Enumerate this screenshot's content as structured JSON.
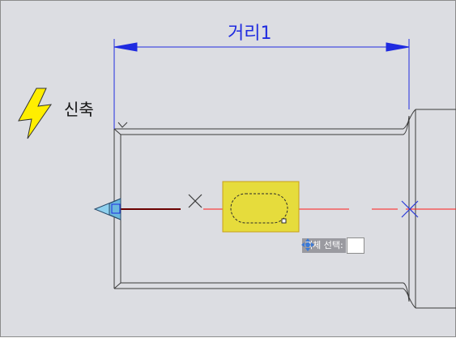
{
  "dimension": {
    "label": "거리1"
  },
  "command": {
    "label": "신축",
    "icon": "lightning-bolt-icon"
  },
  "prompt": {
    "label": "객체 선택:",
    "icon": "move-cursor-icon",
    "value": ""
  },
  "colors": {
    "background": "#dcdde2",
    "geometry": "#3a3a3a",
    "dimension": "#1f2be0",
    "centerline": "#ff1a1a",
    "highlight_fill": "#e6dc3c",
    "highlight_border": "#c8a018",
    "grip": "#8ed0ee",
    "bolt": "#ffee00"
  }
}
